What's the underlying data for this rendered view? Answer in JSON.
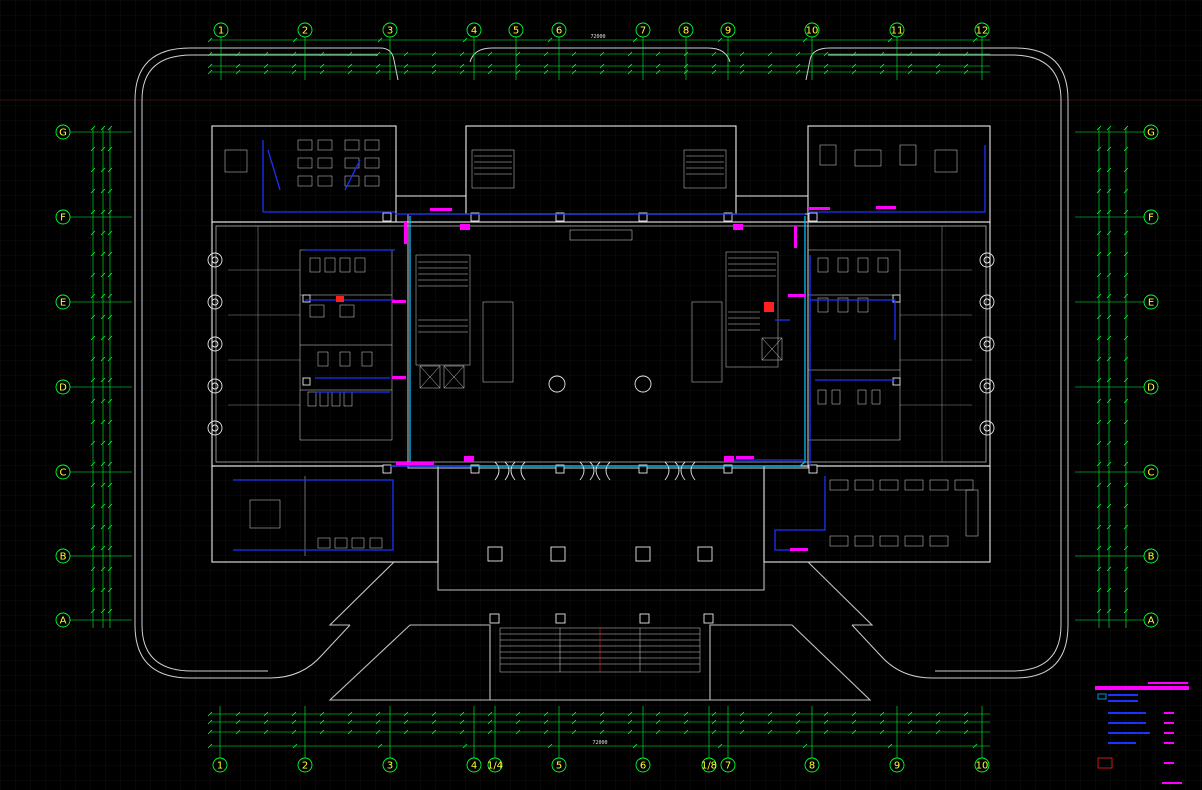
{
  "colors": {
    "background": "#000000",
    "grid": "#1c1c1c",
    "walls": "#e8e8e8",
    "axis": "#00ff33",
    "axis_bubble_text": "#ffff33",
    "cable_blue": "#1a33ff",
    "cable_cyan": "#00bfff",
    "magenta": "#ff00ff",
    "red": "#ff2020"
  },
  "axes": {
    "top": [
      "1",
      "2",
      "3",
      "4",
      "5",
      "6",
      "7",
      "8",
      "9",
      "10",
      "11",
      "12"
    ],
    "bottom": [
      "1",
      "2",
      "3",
      "4",
      "1/4",
      "5",
      "6",
      "1/8",
      "7",
      "8",
      "9",
      "10"
    ],
    "left": [
      "G",
      "F",
      "E",
      "D",
      "C",
      "B",
      "A"
    ],
    "right": [
      "G",
      "F",
      "E",
      "D",
      "C",
      "B",
      "A"
    ]
  },
  "dimensions": {
    "top_total": "72000",
    "bottom_total": "72000"
  },
  "legend": {
    "icon": "legend-icon"
  }
}
